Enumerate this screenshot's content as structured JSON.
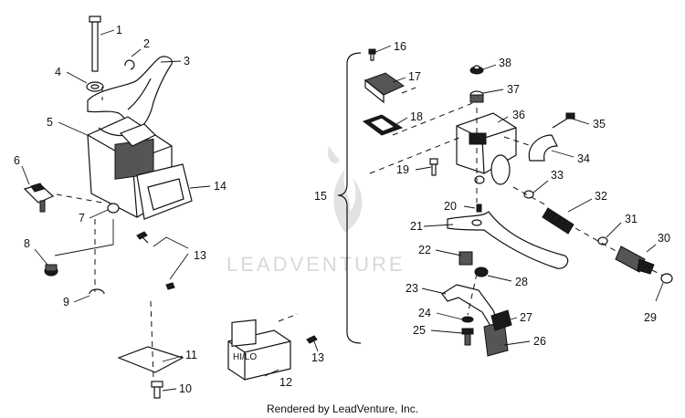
{
  "watermark": "LEADVENTURE",
  "footer": "Rendered by LeadVenture, Inc.",
  "switch_label": "HI/LO",
  "callouts": [
    {
      "id": "c1",
      "text": "1"
    },
    {
      "id": "c2",
      "text": "2"
    },
    {
      "id": "c3",
      "text": "3"
    },
    {
      "id": "c4",
      "text": "4"
    },
    {
      "id": "c5",
      "text": "5"
    },
    {
      "id": "c6",
      "text": "6"
    },
    {
      "id": "c7",
      "text": "7"
    },
    {
      "id": "c8",
      "text": "8"
    },
    {
      "id": "c9",
      "text": "9"
    },
    {
      "id": "c10",
      "text": "10"
    },
    {
      "id": "c11",
      "text": "11"
    },
    {
      "id": "c12",
      "text": "12"
    },
    {
      "id": "c13a",
      "text": "13"
    },
    {
      "id": "c13b",
      "text": "13"
    },
    {
      "id": "c14",
      "text": "14"
    },
    {
      "id": "c15",
      "text": "15"
    },
    {
      "id": "c16",
      "text": "16"
    },
    {
      "id": "c17",
      "text": "17"
    },
    {
      "id": "c18",
      "text": "18"
    },
    {
      "id": "c19",
      "text": "19"
    },
    {
      "id": "c20",
      "text": "20"
    },
    {
      "id": "c21",
      "text": "21"
    },
    {
      "id": "c22",
      "text": "22"
    },
    {
      "id": "c23",
      "text": "23"
    },
    {
      "id": "c24",
      "text": "24"
    },
    {
      "id": "c25",
      "text": "25"
    },
    {
      "id": "c26",
      "text": "26"
    },
    {
      "id": "c27",
      "text": "27"
    },
    {
      "id": "c28",
      "text": "28"
    },
    {
      "id": "c29",
      "text": "29"
    },
    {
      "id": "c30",
      "text": "30"
    },
    {
      "id": "c31",
      "text": "31"
    },
    {
      "id": "c32",
      "text": "32"
    },
    {
      "id": "c33",
      "text": "33"
    },
    {
      "id": "c34",
      "text": "34"
    },
    {
      "id": "c35",
      "text": "35"
    },
    {
      "id": "c36",
      "text": "36"
    },
    {
      "id": "c37",
      "text": "37"
    },
    {
      "id": "c38",
      "text": "38"
    }
  ]
}
